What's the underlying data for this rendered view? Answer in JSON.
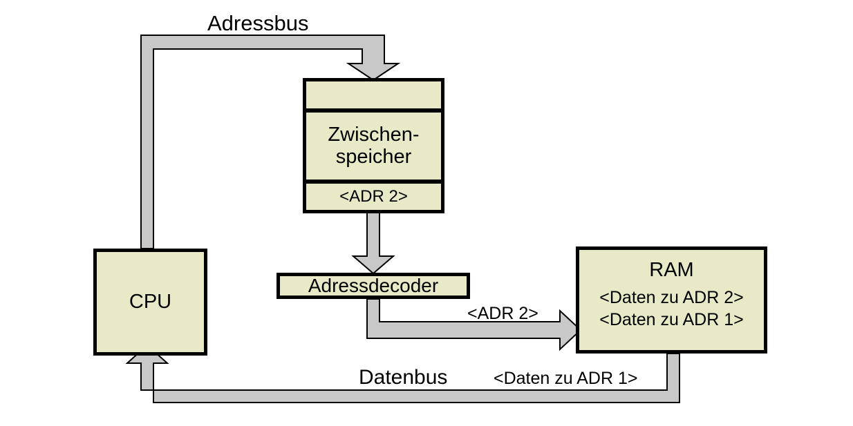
{
  "diagram": {
    "title": "CPU Adressbus Datenbus Zwischenspeicher RAM Schema",
    "colors": {
      "box_fill": "#e9e9c8",
      "box_border": "#000000",
      "bus_fill": "#c8c8c8",
      "bus_stroke": "#000000",
      "background": "#ffffff"
    }
  },
  "nodes": {
    "cpu": {
      "label": "CPU"
    },
    "zwischenspeicher": {
      "header": "",
      "label": "Zwischen-\nspeicher",
      "value": "<ADR 2>"
    },
    "adressdecoder": {
      "label": "Adressdecoder"
    },
    "ram": {
      "title": "RAM",
      "rows": [
        "<Daten zu ADR 2>",
        "<Daten zu ADR 1>"
      ]
    }
  },
  "buses": {
    "adressbus": {
      "label": "Adressbus",
      "from": "cpu",
      "to": "zwischenspeicher"
    },
    "datenbus": {
      "label": "Datenbus",
      "payload": "<Daten zu ADR 1>",
      "from": "ram",
      "to": "cpu"
    }
  },
  "connections": {
    "zwischenspeicher_to_adressdecoder": {
      "label": ""
    },
    "adressdecoder_to_ram": {
      "label": "<ADR 2>"
    }
  }
}
